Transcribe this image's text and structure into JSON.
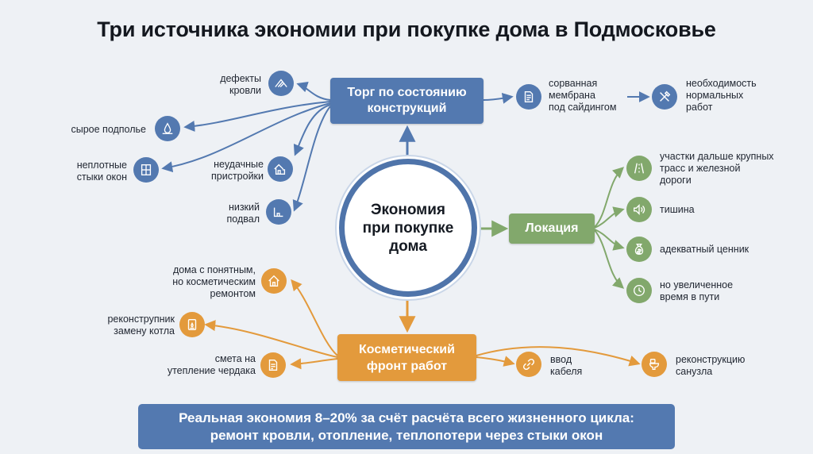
{
  "title": "Три источника экономии при покупке дома в Подмосковье",
  "center": {
    "label": "Экономия\nпри покупке\nдома"
  },
  "branches": {
    "structure": {
      "label": "Торг по состоянию\nконструкций",
      "color": "#5379b0",
      "items": [
        {
          "label": "дефекты\nкровли",
          "icon": "roof-icon"
        },
        {
          "label": "сырое подполье",
          "icon": "water-drop-icon"
        },
        {
          "label": "неплотные\nстыки окон",
          "icon": "window-icon"
        },
        {
          "label": "неудачные\nпристройки",
          "icon": "house-extension-icon"
        },
        {
          "label": "низкий\nподвал",
          "icon": "basement-icon"
        },
        {
          "label": "сорванная\nмембрана\nпод сайдингом",
          "icon": "document-icon"
        },
        {
          "label": "необходимость\nнормальных\nработ",
          "icon": "tools-icon"
        }
      ]
    },
    "location": {
      "label": "Локация",
      "color": "#82a86c",
      "items": [
        {
          "label": "участки дальше крупных\nтрасс и железной\nдороги",
          "icon": "road-icon"
        },
        {
          "label": "тишина",
          "icon": "speaker-icon"
        },
        {
          "label": "адекватный ценник",
          "icon": "money-bag-icon"
        },
        {
          "label": "но увеличенное\nвремя в пути",
          "icon": "clock-icon"
        }
      ]
    },
    "cosmetic": {
      "label": "Косметический\nфронт работ",
      "color": "#e39a3c",
      "items": [
        {
          "label": "дома с понятным,\nно косметическим\nремонтом",
          "icon": "house-icon"
        },
        {
          "label": "реконструпник\nзамену котла",
          "icon": "boiler-icon"
        },
        {
          "label": "смета на\nутепление чердака",
          "icon": "estimate-icon"
        },
        {
          "label": "ввод\nкабеля",
          "icon": "cable-icon"
        },
        {
          "label": "реконструкцию\nсанузла",
          "icon": "toilet-icon"
        }
      ]
    }
  },
  "banner": {
    "text": "Реальная экономия 8–20% за счёт расчёта всего жизненного цикла:\nремонт кровли, отопление, теплопотери через стыки окон"
  }
}
